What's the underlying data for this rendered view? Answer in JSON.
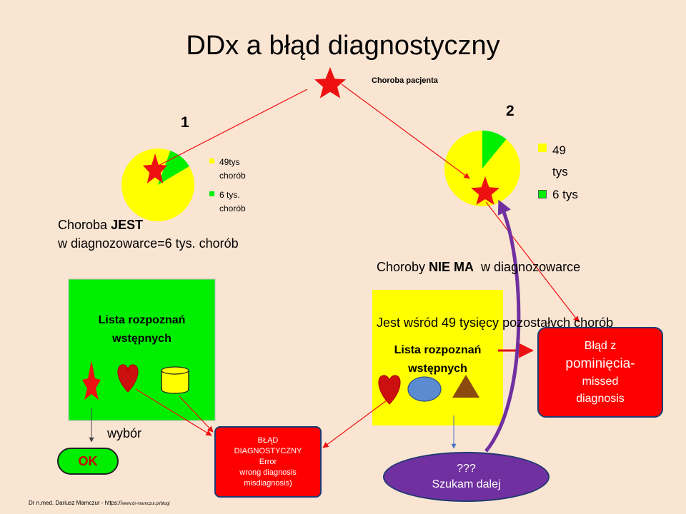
{
  "slide": {
    "title": "DDx a błąd diagnostyczny",
    "patient_label": "Choroba pacjenta",
    "footer_author": "Dr n.med. Dariusz Mamczur - https://",
    "footer_url": "www.dr-mamczur.pl/blog/",
    "colors": {
      "background": "#fae5d3",
      "pie_large": "#ffff00",
      "pie_small": "#00ee00",
      "star": "#ee1111",
      "arrow": "#ee1111",
      "arrow_big": "#7030a0"
    }
  },
  "chart_data": [
    {
      "type": "pie",
      "label": "1",
      "categories": [
        "49tys chorób",
        "6 tys. chorób"
      ],
      "values": [
        49,
        6
      ]
    },
    {
      "type": "pie",
      "label": "2",
      "categories": [
        "49 tys",
        "6 tys"
      ],
      "values": [
        49,
        6
      ]
    }
  ],
  "left": {
    "number": "1",
    "legend1_line1": "49tys",
    "legend1_line2": "chorób",
    "legend2_line1": "6 tys.",
    "legend2_line2": "chorób",
    "caption_part1": "Choroba ",
    "caption_bold": "JEST",
    "caption_line2": "w diagnozowarce=6 tys. chorób",
    "list_line1": "Lista rozpoznań",
    "list_line2": "wstępnych",
    "choice_label": "wybór",
    "ok_label": "OK"
  },
  "right": {
    "number": "2",
    "legend1_line1": "49",
    "legend1_line2": "tys",
    "legend2_line1": "6 tys",
    "caption_part1": "Choroby ",
    "caption_bold": "NIE MA",
    "caption_part2": "  w diagnozowarce",
    "caption_line2": "Jest wśród 49 tysięcy pozostałych chorób",
    "list_line1": "Lista rozpoznań",
    "list_line2": "wstępnych",
    "missed_line1": "Błąd z",
    "missed_line2": "pominięcia-",
    "missed_line3": "missed",
    "missed_line4": "diagnosis",
    "search_line1": "???",
    "search_line2": "Szukam dalej"
  },
  "error_box": {
    "line1": "BŁĄD",
    "line2": "DIAGNOSTYCZNY",
    "line3": "Error",
    "line4": "wrong diagnosis",
    "line5": "misdiagnosis)"
  }
}
